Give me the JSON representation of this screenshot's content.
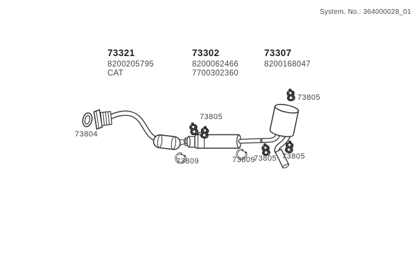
{
  "header": {
    "system_no": "System. No.: 364000028_01"
  },
  "legend": [
    {
      "number": "73321",
      "line1": "8200205795",
      "line2": "CAT"
    },
    {
      "number": "73302",
      "line1": "8200062466",
      "line2": "7700302360"
    },
    {
      "number": "73307",
      "line1": "8200168047",
      "line2": ""
    }
  ],
  "callouts": {
    "gasket": "73804",
    "hanger_mid": "73805",
    "clamp_front": "73809",
    "clamp_rear": "73809",
    "hanger_rear_left": "73805",
    "hanger_rear_right": "73805",
    "hanger_rear_top": "73805"
  },
  "icons": {
    "hanger": "rubber-hanger-icon",
    "clamp": "pipe-clamp-icon",
    "gasket": "gasket-ring-icon"
  },
  "colors": {
    "line": "#333333",
    "label": "#3d3d3d",
    "heading": "#1d1d1d",
    "muted": "#4a4a4a",
    "background": "#ffffff"
  }
}
